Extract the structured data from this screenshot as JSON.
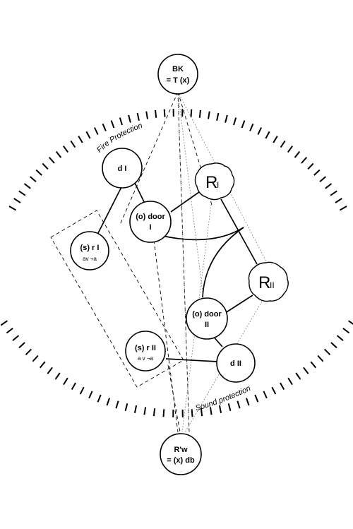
{
  "nodes": {
    "bk": {
      "line1": "BK",
      "line2": "= T (x)"
    },
    "rw": {
      "line1": "R'w",
      "line2": "= (x) db"
    },
    "d1": {
      "label": "d I"
    },
    "d2": {
      "label": "d II"
    },
    "door1": {
      "line1": "(o) door",
      "line2": "I"
    },
    "door2": {
      "line1": "(o) door",
      "line2": "II"
    },
    "r1": {
      "line1": "(s) r I",
      "line2": "av ¬a"
    },
    "r2": {
      "line1": "(s) r II",
      "line2": "a v ¬a"
    },
    "R1": {
      "main": "R",
      "sub": "I"
    },
    "R2": {
      "main": "R",
      "sub": "II"
    }
  },
  "arcs": {
    "fire": "Fire Protection",
    "sound": "Sound protection"
  },
  "colors": {
    "line": "#000000",
    "dotted": "#777777",
    "background": "#ffffff"
  }
}
